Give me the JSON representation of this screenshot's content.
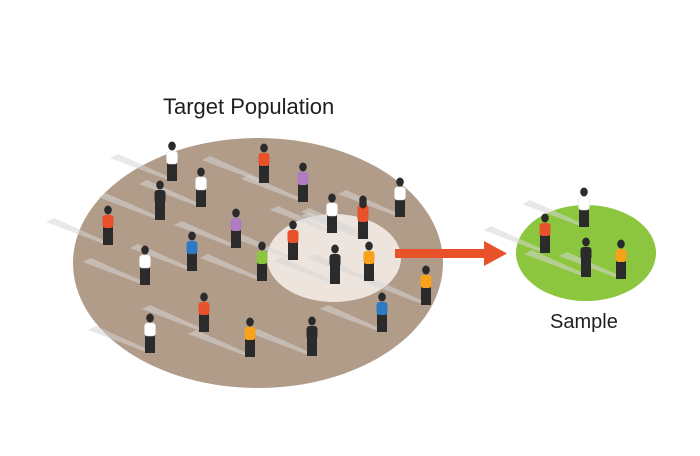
{
  "labels": {
    "population": "Target Population",
    "sample": "Sample"
  },
  "colors": {
    "population_area": "#b19c8a",
    "selection_area": "#ede5dd",
    "sample_area": "#8cc63f",
    "arrow": "#e8512a",
    "shadow": "#d6d6d6",
    "figure_body": "#2b2b2b",
    "head_skin": "#2b2b2b"
  },
  "people": {
    "population": [
      "white",
      "orange-red",
      "purple",
      "white",
      "black",
      "white",
      "orange-red",
      "white",
      "orange-red",
      "purple",
      "blue",
      "orange-red",
      "white",
      "orange-red",
      "green",
      "black",
      "orange",
      "orange",
      "orange-red",
      "white",
      "orange",
      "black",
      "blue"
    ],
    "sample": [
      "white",
      "orange-red",
      "black",
      "orange"
    ]
  }
}
